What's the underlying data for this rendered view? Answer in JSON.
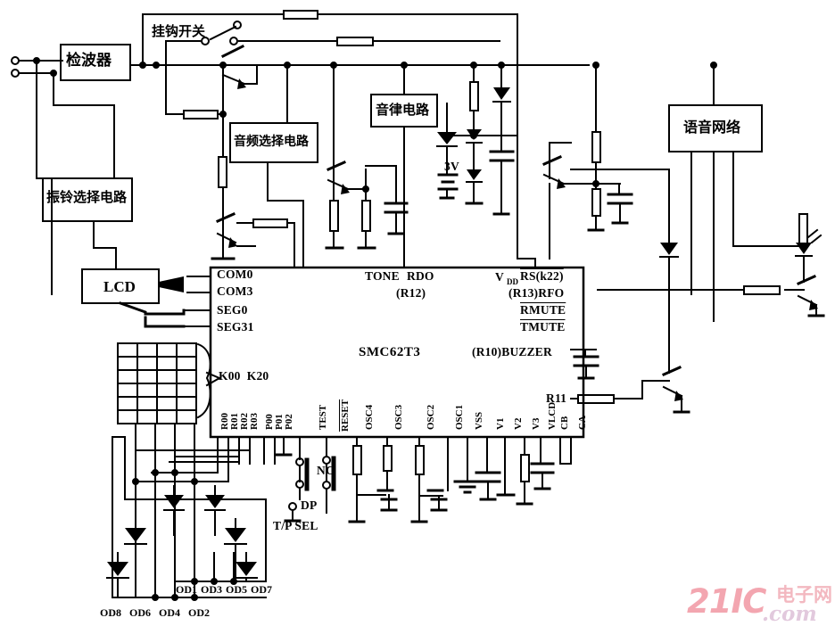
{
  "diagram": {
    "title": "SMC62T3 telephone circuit schematic",
    "ic": {
      "part_number": "SMC62T3",
      "left_pins": [
        "COM0",
        "COM3",
        "SEG0",
        "SEG31"
      ],
      "keypad_pin": "K00  K20",
      "top_pins": [
        "TONE",
        "RDO",
        "(R12)"
      ],
      "right_pins": [
        "V",
        "RS(k22)",
        "(R13)RFO",
        "RMUTE",
        "TMUTE",
        "(R10)BUZZER",
        "R11"
      ],
      "vdd_sub": "DD",
      "bottom_pins": [
        "R00",
        "R01",
        "R02",
        "R03",
        "P00",
        "P01",
        "P02",
        "TEST",
        "RESET",
        "OSC4",
        "OSC3",
        "OSC2",
        "OSC1",
        "VSS",
        "V1",
        "V2",
        "V3",
        "VLCD",
        "CB",
        "CA"
      ]
    },
    "blocks": [
      {
        "name": "detector",
        "label": "检波器"
      },
      {
        "name": "ring-select-circuit",
        "label": "振铃选择电路"
      },
      {
        "name": "audio-select-circuit",
        "label": "音频选择电路"
      },
      {
        "name": "tone-circuit",
        "label": "音律电路"
      },
      {
        "name": "voice-network",
        "label": "语音网络"
      },
      {
        "name": "lcd",
        "label": "LCD"
      }
    ],
    "annotations": {
      "hook_switch": "挂钩开关",
      "battery": "3V",
      "nc": "NC",
      "dp": "DP",
      "tp_sel": "T/P SEL",
      "r11": "R11"
    },
    "od_labels_upper": [
      "OD1",
      "OD3",
      "OD5",
      "OD7"
    ],
    "od_labels_lower": [
      "OD8",
      "OD6",
      "OD4",
      "OD2"
    ],
    "watermark": {
      "brand": "21IC",
      "cn": "电子网",
      "domain": ".com"
    },
    "colors": {
      "line": "#000000",
      "background": "#ffffff",
      "watermark_pink": "#f3a6b0"
    }
  }
}
